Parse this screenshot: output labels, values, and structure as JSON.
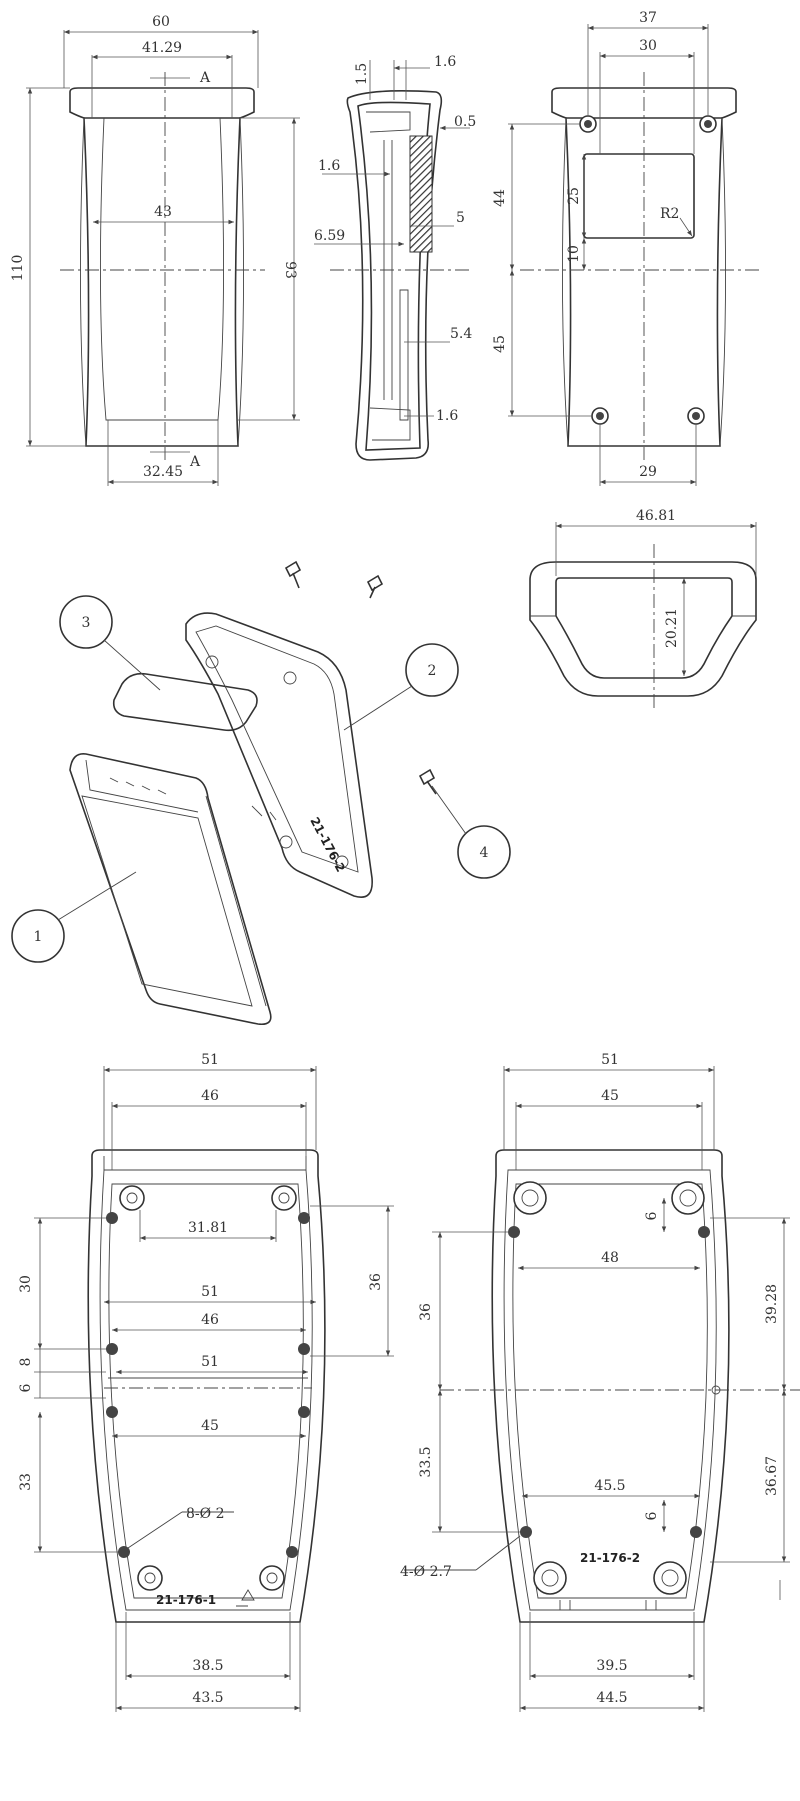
{
  "top_view": {
    "dim_width": "60",
    "dim_inner": "41.29",
    "dim_mid": "43",
    "dim_bottom": "32.45",
    "dim_height": "110",
    "dim_inner_height": "93",
    "section_top": "A",
    "section_bottom": "A"
  },
  "section_view": {
    "dim_top": "1.5",
    "dim_top2": "1.6",
    "dim_right": "0.5",
    "dim_left": "1.6",
    "dim_depth": "6.59",
    "dim_window": "5",
    "dim_lower": "5.4",
    "dim_bottom": "1.6"
  },
  "back_view": {
    "dim_width": "37",
    "dim_inner": "30",
    "dim_upper": "44",
    "dim_lower": "45",
    "dim_window_h": "25",
    "dim_offset": "10",
    "dim_radius": "R2",
    "dim_bottom": "29"
  },
  "end_view": {
    "dim_width": "46.81",
    "dim_height": "20.21"
  },
  "exploded": {
    "callouts": [
      "1",
      "2",
      "3",
      "4"
    ]
  },
  "bottom_left": {
    "dim_outer": "51",
    "dim_inner": "46",
    "dim_boss": "31.81",
    "dim_mid_outer": "51",
    "dim_mid_inner": "46",
    "dim_split": "51",
    "dim_lower_inner": "45",
    "dim_left_top": "30",
    "dim_left_8": "8",
    "dim_left_6": "6",
    "dim_left_bottom": "33",
    "dim_right": "36",
    "hole_note": "8-Ø 2",
    "part_mark": "21-176-1",
    "dim_base_inner": "38.5",
    "dim_base_outer": "43.5"
  },
  "bottom_right": {
    "dim_outer": "51",
    "dim_inner": "45",
    "dim_offset_top": "6",
    "dim_mid": "48",
    "dim_left_top": "36",
    "dim_left_bottom": "33.5",
    "dim_right_top": "39.28",
    "dim_right_bottom": "36.67",
    "dim_lower": "45.5",
    "dim_offset_bottom": "6",
    "hole_note": "4-Ø 2.7",
    "part_mark": "21-176-2",
    "dim_base_inner": "39.5",
    "dim_base_outer": "44.5"
  }
}
